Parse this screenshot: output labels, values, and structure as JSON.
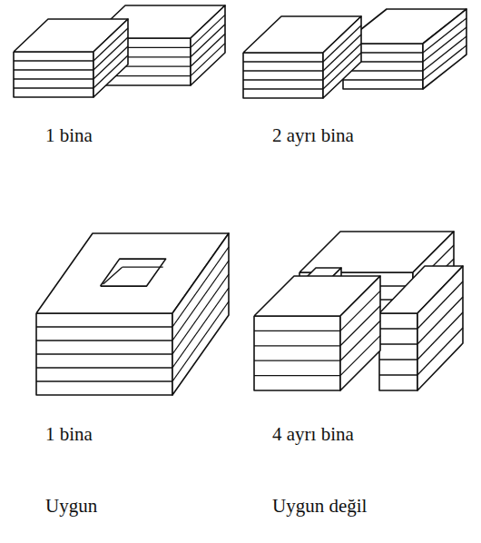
{
  "diagram": {
    "labels": [
      "1 bina",
      "2 ayrı bina",
      "1 bina",
      "4 ayrı bina",
      "Uygun",
      "Uygun değil"
    ]
  }
}
